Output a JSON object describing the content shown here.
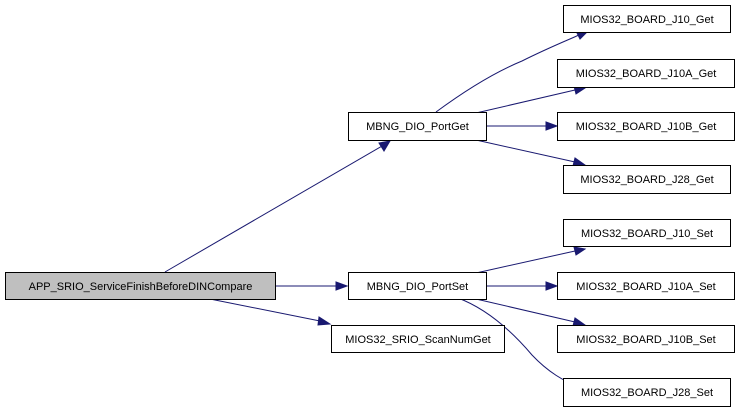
{
  "graph": {
    "root": "APP_SRIO_ServiceFinishBeforeDINCompare",
    "nodes": {
      "root": "APP_SRIO_ServiceFinishBeforeDINCompare",
      "port_get": "MBNG_DIO_PortGet",
      "port_set": "MBNG_DIO_PortSet",
      "scan_num_get": "MIOS32_SRIO_ScanNumGet",
      "j10_get": "MIOS32_BOARD_J10_Get",
      "j10a_get": "MIOS32_BOARD_J10A_Get",
      "j10b_get": "MIOS32_BOARD_J10B_Get",
      "j28_get": "MIOS32_BOARD_J28_Get",
      "j10_set": "MIOS32_BOARD_J10_Set",
      "j10a_set": "MIOS32_BOARD_J10A_Set",
      "j10b_set": "MIOS32_BOARD_J10B_Set",
      "j28_set": "MIOS32_BOARD_J28_Set"
    },
    "edges": [
      {
        "from": "root",
        "to": "port_get"
      },
      {
        "from": "root",
        "to": "port_set"
      },
      {
        "from": "root",
        "to": "scan_num_get"
      },
      {
        "from": "port_get",
        "to": "j10_get"
      },
      {
        "from": "port_get",
        "to": "j10a_get"
      },
      {
        "from": "port_get",
        "to": "j10b_get"
      },
      {
        "from": "port_get",
        "to": "j28_get"
      },
      {
        "from": "port_set",
        "to": "j10_set"
      },
      {
        "from": "port_set",
        "to": "j10a_set"
      },
      {
        "from": "port_set",
        "to": "j10b_set"
      },
      {
        "from": "port_set",
        "to": "j28_set"
      }
    ],
    "colors": {
      "edge": "#191970",
      "root_fill": "#bfbfbf",
      "node_fill": "#ffffff",
      "node_border": "#000000"
    }
  }
}
